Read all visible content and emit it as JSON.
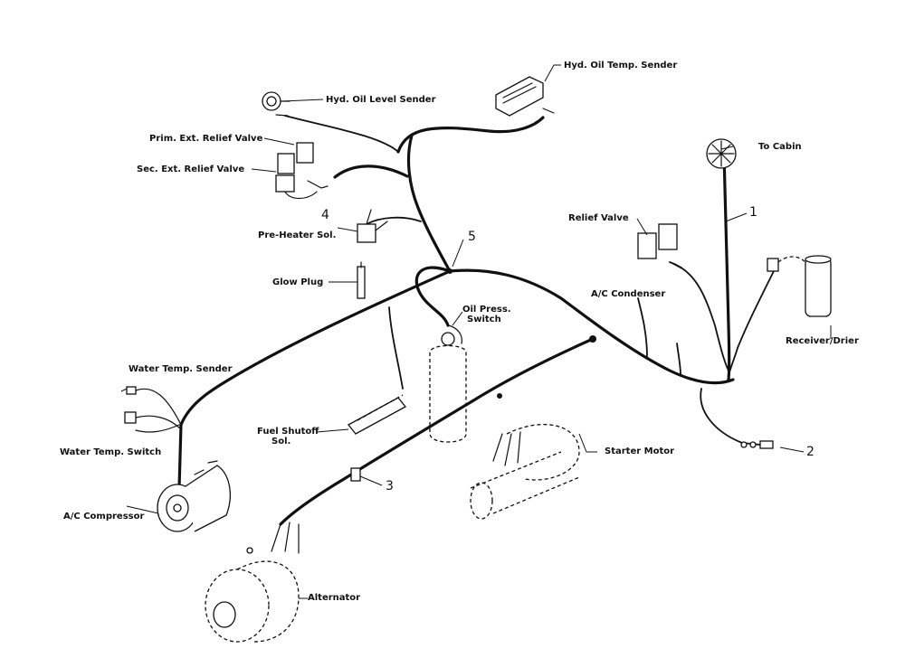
{
  "labels": {
    "hyd_oil_temp_sender": "Hyd. Oil Temp. Sender",
    "hyd_oil_level_sender": "Hyd. Oil Level Sender",
    "prim_ext_relief_valve": "Prim. Ext. Relief Valve",
    "sec_ext_relief_valve": "Sec. Ext. Relief Valve",
    "pre_heater_sol": "Pre-Heater Sol.",
    "glow_plug": "Glow Plug",
    "oil_press_switch_1": "Oil Press.",
    "oil_press_switch_2": "Switch",
    "to_cabin": "To Cabin",
    "relief_valve": "Relief Valve",
    "ac_condenser": "A/C Condenser",
    "receiver_drier": "Receiver/Drier",
    "water_temp_sender": "Water Temp. Sender",
    "water_temp_switch": "Water Temp. Switch",
    "fuel_shutoff_sol_1": "Fuel Shutoff",
    "fuel_shutoff_sol_2": "Sol.",
    "starter_motor": "Starter Motor",
    "ac_compressor": "A/C Compressor",
    "alternator": "Alternator"
  },
  "callouts": {
    "n1": "1",
    "n2": "2",
    "n3": "3",
    "n4": "4",
    "n5": "5"
  }
}
